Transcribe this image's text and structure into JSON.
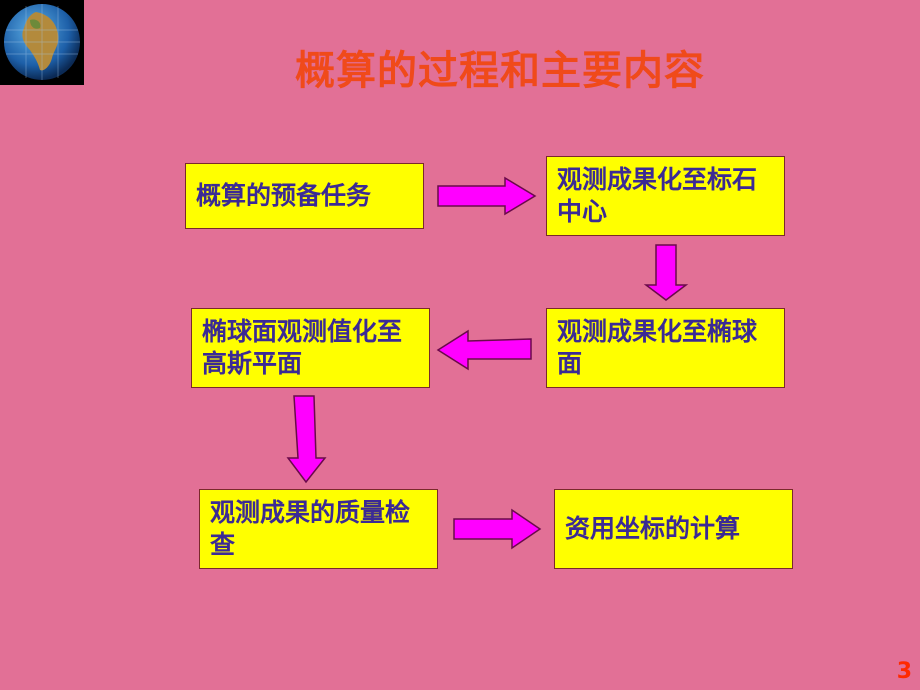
{
  "slide": {
    "title": "概算的过程和主要内容",
    "page_number": "3"
  },
  "flow": {
    "step1": "概算的预备任务",
    "step2": "观测成果化至标石中心",
    "step3": "观测成果化至椭球面",
    "step4": "椭球面观测值化至高斯平面",
    "step5": "观测成果的质量检查",
    "step6": "资用坐标的计算"
  },
  "colors": {
    "background": "#e27096",
    "box_fill": "#ffff00",
    "box_text": "#3b2a95",
    "arrow_fill": "#ff00ff",
    "title": "#f04a1a"
  }
}
